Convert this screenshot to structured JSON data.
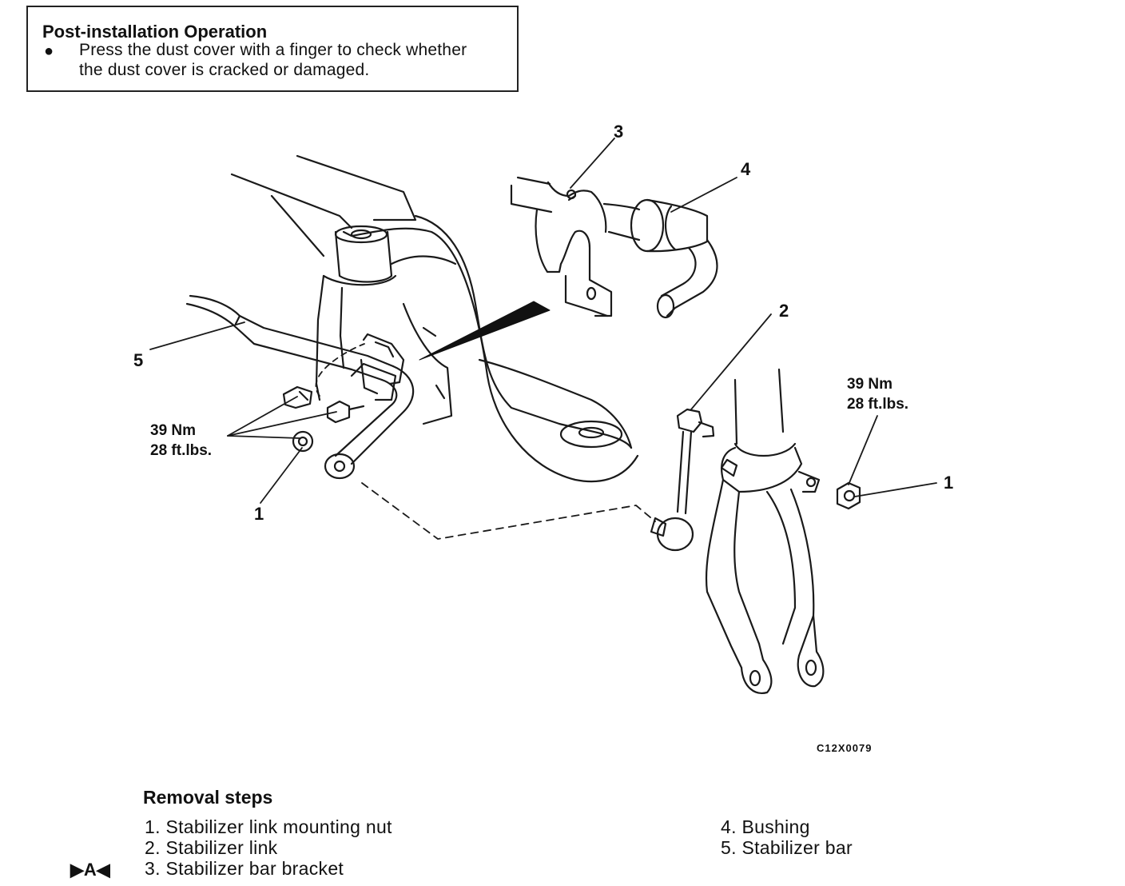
{
  "note": {
    "title": "Post-installation  Operation",
    "bullet": "●",
    "line1": "Press the dust cover with a finger to check whether",
    "line2": "the dust cover is cracked or damaged."
  },
  "callouts": {
    "c1_left": "1",
    "c1_right": "1",
    "c2": "2",
    "c3": "3",
    "c4": "4",
    "c5": "5"
  },
  "torque": {
    "left_nm": "39 Nm",
    "left_ft": "28 ft.lbs.",
    "right_nm": "39 Nm",
    "right_ft": "28 ft.lbs."
  },
  "figure_code": "C12X0079",
  "removal": {
    "title": "Removal  steps",
    "steps": [
      "1.  Stabilizer  link  mounting  nut",
      "2.  Stabilizer  link",
      "3.  Stabilizer  bar  bracket",
      "4.  Bushing",
      "5.  Stabilizer  bar"
    ],
    "marker": "▶A◀"
  }
}
